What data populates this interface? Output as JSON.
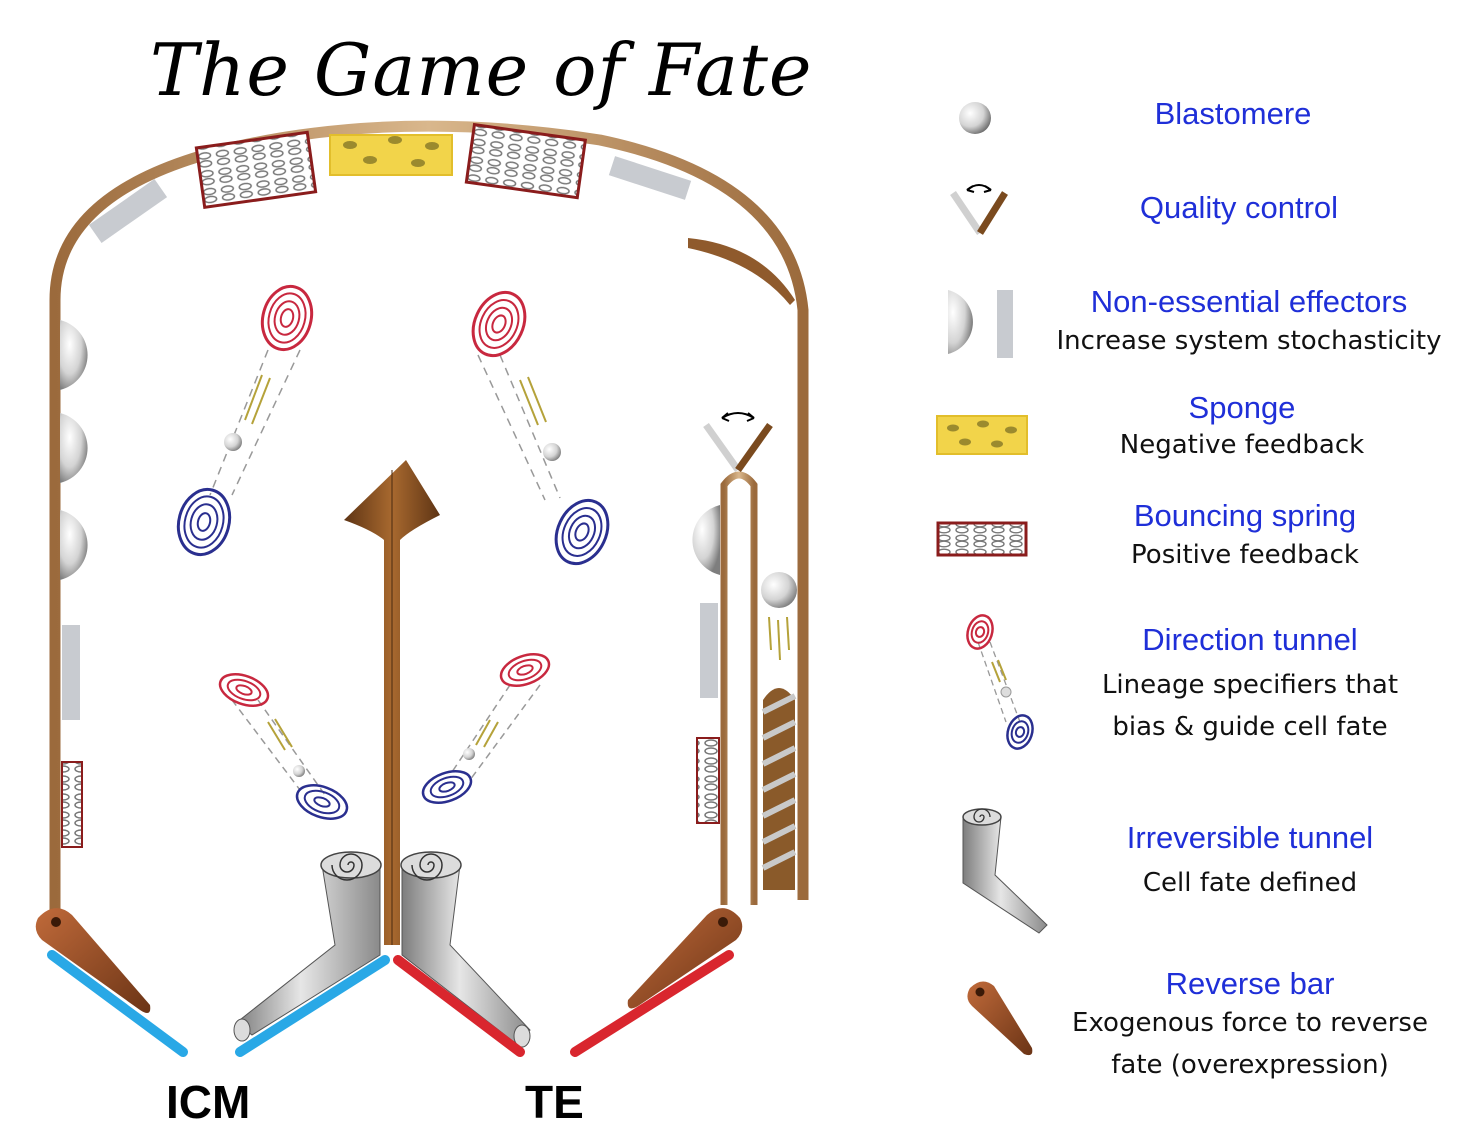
{
  "title": "The Game of Fate",
  "board": {
    "left_label": "ICM",
    "right_label": "TE"
  },
  "legend": {
    "items": [
      {
        "name": "Blastomere",
        "desc": []
      },
      {
        "name": "Quality control",
        "desc": []
      },
      {
        "name": "Non-essential effectors",
        "desc": [
          "Increase system stochasticity"
        ]
      },
      {
        "name": "Sponge",
        "desc": [
          "Negative feedback"
        ]
      },
      {
        "name": "Bouncing spring",
        "desc": [
          "Positive feedback"
        ]
      },
      {
        "name": "Direction tunnel",
        "desc": [
          "Lineage specifiers that",
          "bias & guide cell fate"
        ]
      },
      {
        "name": "Irreversible tunnel",
        "desc": [
          "Cell fate defined"
        ]
      },
      {
        "name": "Reverse bar",
        "desc": [
          "Exogenous force to reverse",
          "fate (overexpression)"
        ]
      }
    ]
  },
  "colors": {
    "wood": "#b8875a",
    "arrow_brown": "#7a4a1e",
    "icm_blue": "#29a8e6",
    "te_red": "#d9262e",
    "legend_title": "#1f2fd8",
    "sponge_yellow": "#f2d44a",
    "effector_gray": "#c8cbd0"
  }
}
